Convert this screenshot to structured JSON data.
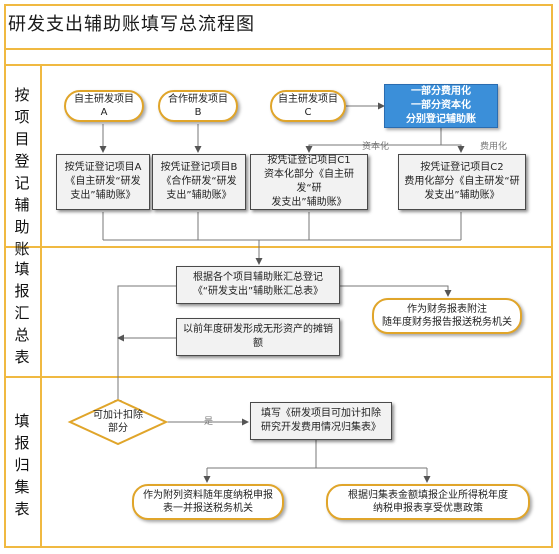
{
  "title": "研发支出辅助账填写总流程图",
  "lanes": [
    {
      "label": "按\n项\n目\n登\n记\n辅\n助\n账"
    },
    {
      "label": "填\n报\n汇\n总\n表"
    },
    {
      "label": "填\n报\n归\n集\n表"
    }
  ],
  "nodes": {
    "self_project": "自主研发项目A",
    "coop_project": "合作研发项目B",
    "self_project_c": "自主研发项目C",
    "split_note": "一部分费用化\n一部分资本化\n分别登记辅助账",
    "record_a": "按凭证登记项目A\n《自主研发“研发\n支出”辅助账》",
    "record_b": "按凭证登记项目B\n《合作研发“研发\n支出”辅助账》",
    "record_c1": "按凭证登记项目C1\n资本化部分《自主研发“研\n发支出”辅助账》",
    "record_c2": "按凭证登记项目C2\n费用化部分《自主研发“研\n发支出”辅助账》",
    "summary": "根据各个项目辅助账汇总登记\n《“研发支出”辅助账汇总表》",
    "attach_report": "作为财务报表附注\n随年度财务报告报送税务机关",
    "amortize": "以前年度研发形成无形资产的摊销\n额",
    "decision": "可加计扣除\n部分",
    "fill_collection": "填写《研发项目可加计扣除\n研究开发费用情况归集表》",
    "attach_tax": "作为附列资料随年度纳税申报\n表一并报送税务机关",
    "tax_benefit": "根据归集表金额填报企业所得税年度\n纳税申报表享受优惠政策"
  },
  "edge_labels": {
    "capitalized": "资本化",
    "expensed": "费用化",
    "yes": "是"
  }
}
